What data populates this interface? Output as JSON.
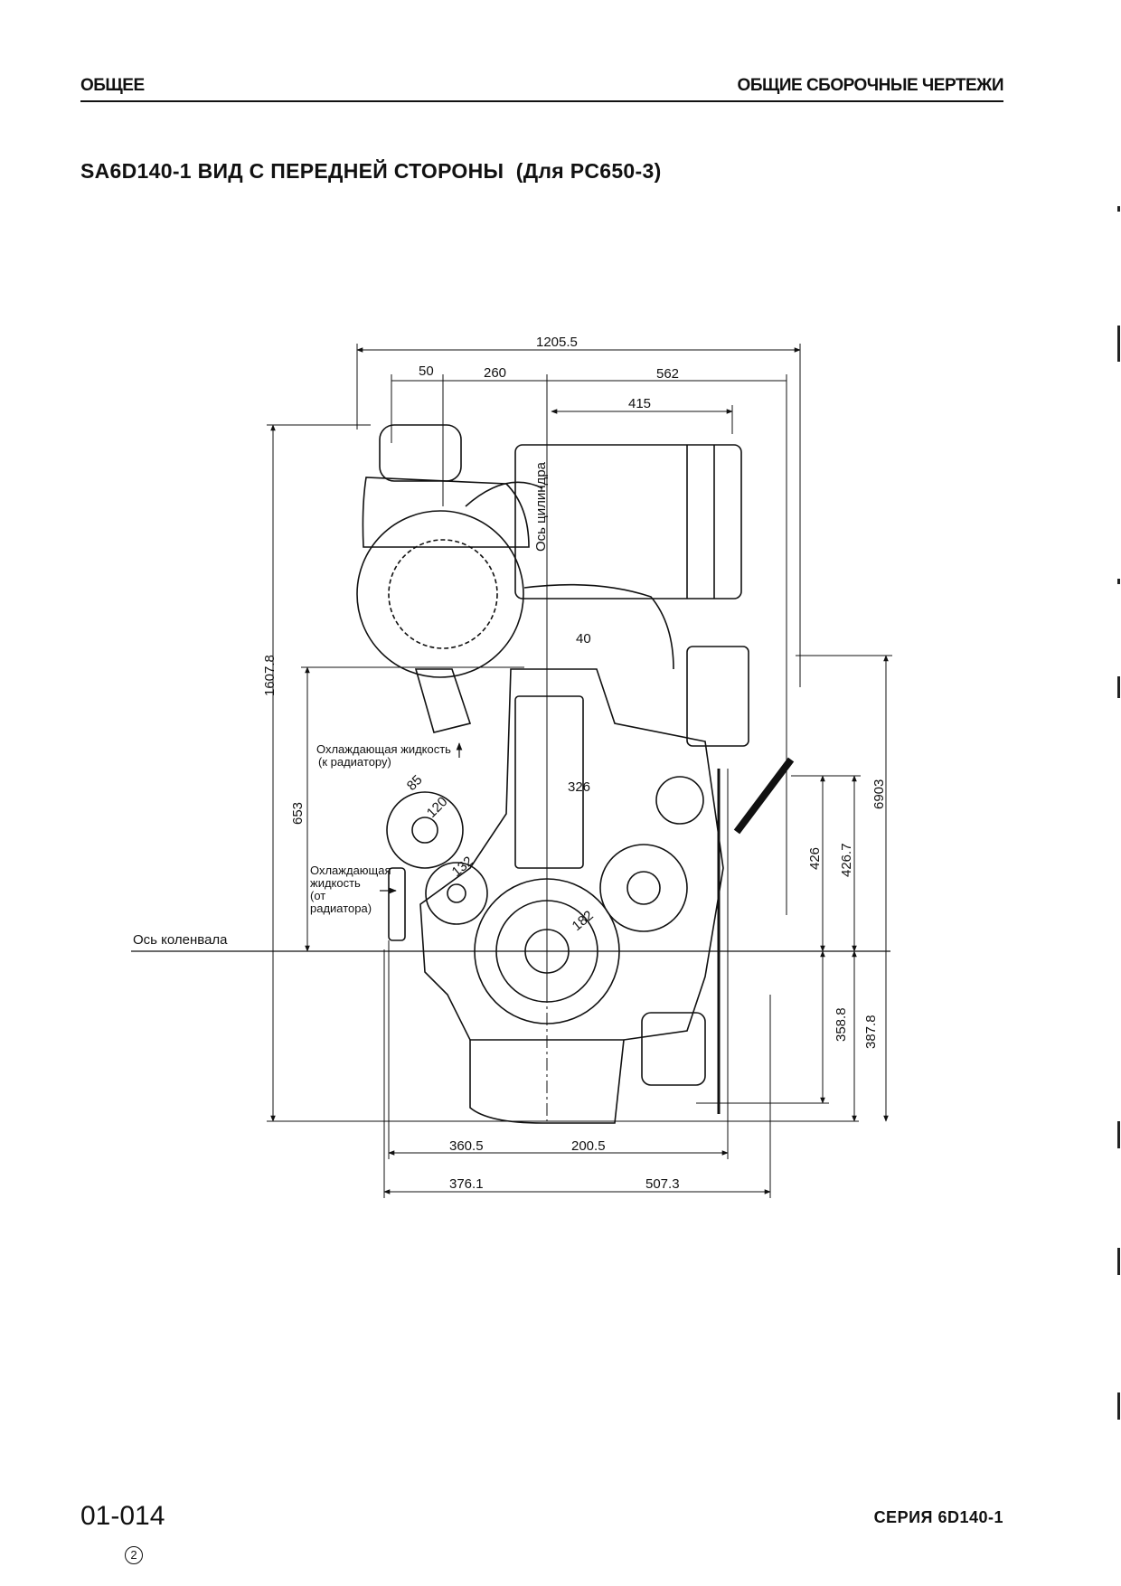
{
  "header": {
    "section": "ОБЩЕЕ",
    "chapter": "ОБЩИЕ СБОРОЧНЫЕ ЧЕРТЕЖИ"
  },
  "title": "SA6D140-1 ВИД С ПЕРЕДНЕЙ СТОРОНЫ  (Для PC650-3)",
  "drawing": {
    "labels": {
      "cylinder_axis": "Ось цилиндра",
      "crankshaft_axis": "Ось коленвала",
      "coolant_to_radiator_1": "Охлаждающая жидкость",
      "coolant_to_radiator_2": "(к радиатору)",
      "coolant_from_radiator_1": "Охлаждающая",
      "coolant_from_radiator_2": "жидкость",
      "coolant_from_radiator_3": "(от",
      "coolant_from_radiator_4": "радиатора)"
    },
    "dimensions": {
      "overall_width": "1205.5",
      "d50": "50",
      "d260": "260",
      "d562": "562",
      "d415": "415",
      "d40": "40",
      "d85": "85",
      "d120": "120",
      "d326": "326",
      "d132": "132",
      "d182": "182",
      "overall_height": "1607.8",
      "d653": "653",
      "d6903": "6903",
      "d426": "426",
      "d426_7": "426.7",
      "d358_8": "358.8",
      "d387_8": "387.8",
      "d360_5": "360.5",
      "d200_5": "200.5",
      "d376_1": "376.1",
      "d507_3": "507.3"
    }
  },
  "footer": {
    "page_number": "01-014",
    "revision": "2",
    "series": "СЕРИЯ 6D140-1"
  }
}
